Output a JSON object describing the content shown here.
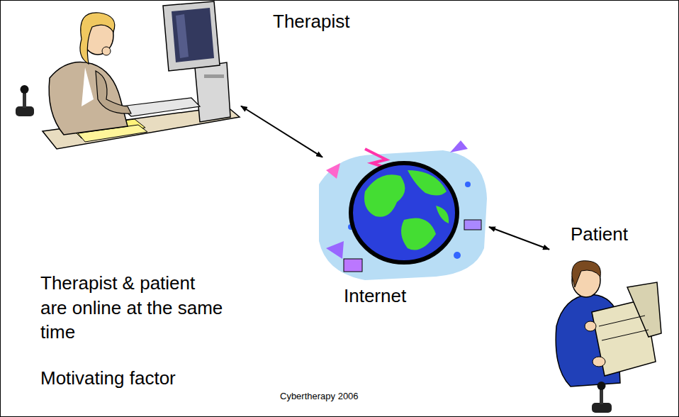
{
  "diagram": {
    "nodes": [
      {
        "text": [
          "Therapist"
        ]
      },
      {
        "text": [
          "Internet"
        ]
      },
      {
        "text": [
          "Patient"
        ]
      }
    ],
    "edges": [
      {
        "from": 0,
        "to": 1,
        "arrow": "both"
      },
      {
        "from": 1,
        "to": 2,
        "arrow": "both"
      }
    ],
    "labels": [
      "Therapist & patient are online at the same time",
      "Motivating factor",
      "Cybertherapy 2006"
    ]
  }
}
